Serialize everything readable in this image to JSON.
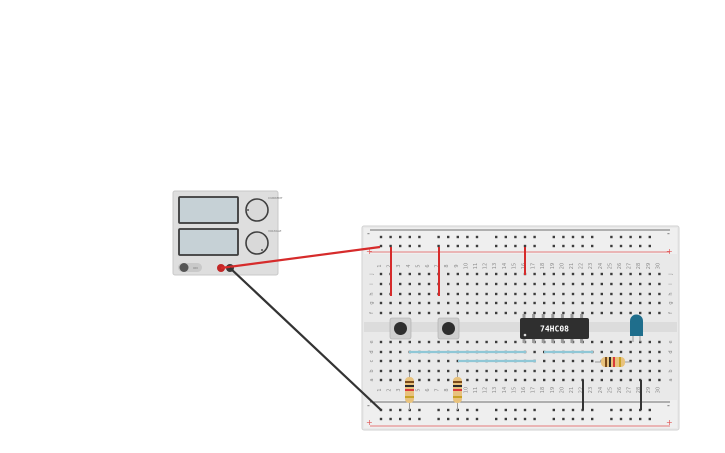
{
  "power_supply": {
    "on_label": "ON",
    "knob_labels": [
      "CURRENT",
      "VOLTAGE"
    ]
  },
  "breadboard": {
    "row_letters_top": [
      "j",
      "i",
      "h",
      "g",
      "f"
    ],
    "row_letters_bottom": [
      "e",
      "d",
      "c",
      "b",
      "a"
    ],
    "column_numbers": [
      "1",
      "2",
      "3",
      "4",
      "5",
      "6",
      "7",
      "8",
      "9",
      "10",
      "11",
      "12",
      "13",
      "14",
      "15",
      "16",
      "17",
      "18",
      "19",
      "20",
      "21",
      "22",
      "23",
      "24",
      "25",
      "26",
      "27",
      "28",
      "29",
      "30"
    ],
    "rail_plus": "+",
    "rail_minus": "-"
  },
  "components": {
    "ic_label": "74HC08"
  },
  "colors": {
    "power_wire": "#d62b2b",
    "ground_wire": "#333333",
    "logic_wire": "#8fc7d6",
    "led": "#1f6e8c",
    "rail_red": "#e05555"
  }
}
